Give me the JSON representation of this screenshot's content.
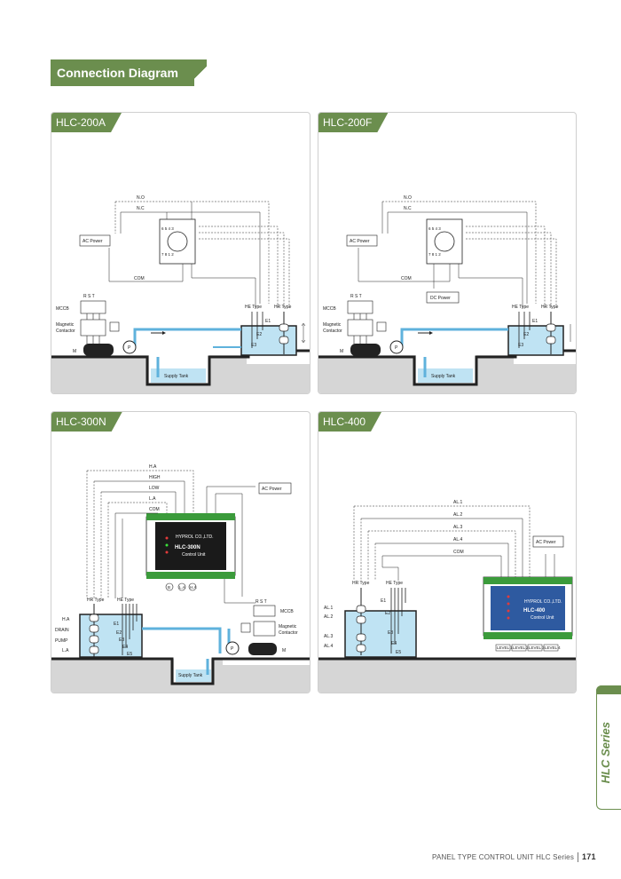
{
  "page": {
    "title": "Connection Diagram",
    "side_tab": "HLC Series",
    "footer_text": "PANEL TYPE  CONTROL UNIT  HLC Series",
    "page_number": "171"
  },
  "colors": {
    "brand_green": "#6b8e4e",
    "water": "#bfe3f3",
    "pipe": "#5fb2dc",
    "ground": "#d6d6d6"
  },
  "panels": {
    "hlc200a": {
      "tag": "HLC-200A",
      "no": "N.O",
      "nc": "N.C",
      "ac_power": "AC Power",
      "com": "COM",
      "mccb": "MCCB",
      "rst": "R  S  T",
      "magnetic": "Magnetic",
      "contactor": "Contactor",
      "m": "M",
      "p": "P",
      "he_type": "HE Type",
      "hr_type": "HR Type",
      "e1": "E1",
      "e2": "E2",
      "e3": "E3",
      "supply_tank": "Supply Tank",
      "pins_top": "6  5  4  3",
      "pins_bot": "7  8  1  2"
    },
    "hlc200f": {
      "tag": "HLC-200F",
      "no": "N.O",
      "nc": "N.C",
      "ac_power": "AC Power",
      "com": "COM",
      "dc_power": "DC Power",
      "mccb": "MCCB",
      "rst": "R  S  T",
      "magnetic": "Magnetic",
      "contactor": "Contactor",
      "m": "M",
      "p": "P",
      "he_type": "HE Type",
      "hr_type": "HR Type",
      "e1": "E1",
      "e2": "E2",
      "e3": "E3",
      "supply_tank": "Supply Tank",
      "pins_top": "6  5  4  3",
      "pins_bot": "7  8  1  2"
    },
    "hlc300n": {
      "tag": "HLC-300N",
      "ha": "H.A",
      "high": "HIGH",
      "low": "LOW",
      "la": "L.A",
      "com": "COM",
      "ac_power": "AC Power",
      "unit_brand": "HYPROL CO.,LTD.",
      "unit_model": "HLC-300N",
      "unit_sub": "Control Unit",
      "hr_type": "HR Type",
      "he_type": "HE Type",
      "rst": "R  S  T",
      "mccb": "MCCB",
      "magnetic": "Magnetic",
      "contactor": "Contactor",
      "left_ha": "H.A",
      "drain": "DRAIN",
      "pump": "PUMP",
      "left_la": "L.A",
      "e1": "E1",
      "e2": "E2",
      "e3": "E3",
      "e4": "E4",
      "e5": "E5",
      "m": "M",
      "p": "P",
      "supply_tank": "Supply Tank",
      "c1": "B",
      "c2": "L.A",
      "c3": "H.A"
    },
    "hlc400": {
      "tag": "HLC-400",
      "al1": "AL.1",
      "al2": "AL.2",
      "al3": "AL.3",
      "al4": "AL.4",
      "com": "COM",
      "ac_power": "AC Power",
      "hr_type": "HR Type",
      "he_type": "HE Type",
      "left_al1": "AL.1",
      "left_al2": "AL.2",
      "left_al3": "AL.3",
      "left_al4": "AL.4",
      "e1": "E1",
      "e2": "E2",
      "e3": "E3",
      "e4": "E4",
      "e5": "E5",
      "unit_brand": "HYPROL CO.,LTD.",
      "unit_model": "HLC-400",
      "unit_sub": "Control Unit",
      "leg1": "LEVEL 1",
      "leg2": "LEVEL 2",
      "leg3": "LEVEL 3",
      "leg4": "LEVEL 4"
    }
  }
}
